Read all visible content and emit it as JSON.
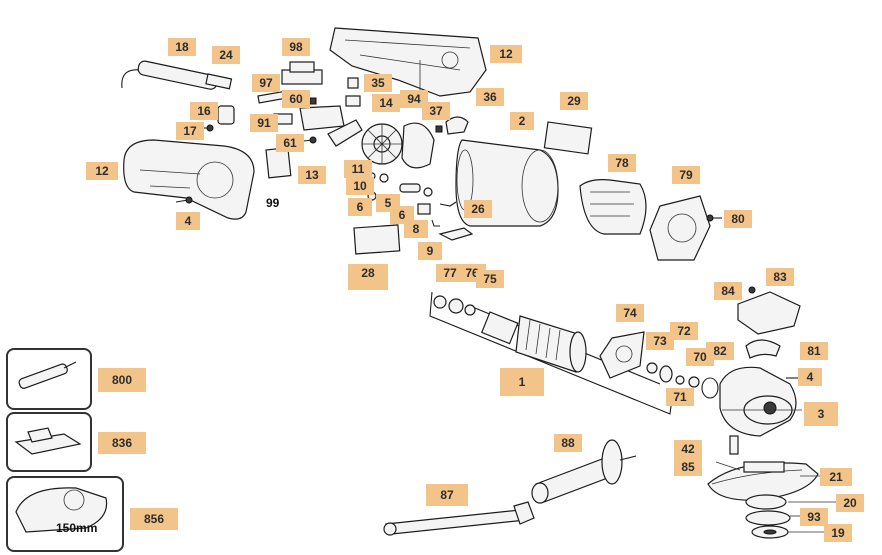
{
  "callouts": [
    {
      "id": "c18",
      "label": "18"
    },
    {
      "id": "c24",
      "label": "24"
    },
    {
      "id": "c98",
      "label": "98"
    },
    {
      "id": "c12a",
      "label": "12"
    },
    {
      "id": "c97",
      "label": "97"
    },
    {
      "id": "c35",
      "label": "35"
    },
    {
      "id": "c16",
      "label": "16"
    },
    {
      "id": "c60",
      "label": "60"
    },
    {
      "id": "c94",
      "label": "94"
    },
    {
      "id": "c37",
      "label": "37"
    },
    {
      "id": "c14",
      "label": "14"
    },
    {
      "id": "c36",
      "label": "36"
    },
    {
      "id": "c29",
      "label": "29"
    },
    {
      "id": "c17",
      "label": "17"
    },
    {
      "id": "c91",
      "label": "91"
    },
    {
      "id": "c2",
      "label": "2"
    },
    {
      "id": "c61",
      "label": "61"
    },
    {
      "id": "c12b",
      "label": "12"
    },
    {
      "id": "c13",
      "label": "13"
    },
    {
      "id": "c11",
      "label": "11"
    },
    {
      "id": "c78",
      "label": "78"
    },
    {
      "id": "c10",
      "label": "10"
    },
    {
      "id": "c79",
      "label": "79"
    },
    {
      "id": "c6a",
      "label": "6"
    },
    {
      "id": "c5",
      "label": "5"
    },
    {
      "id": "c26",
      "label": "26"
    },
    {
      "id": "c80",
      "label": "80"
    },
    {
      "id": "c4a",
      "label": "4"
    },
    {
      "id": "c6b",
      "label": "6"
    },
    {
      "id": "c8",
      "label": "8"
    },
    {
      "id": "c9",
      "label": "9"
    },
    {
      "id": "c28",
      "label": "28"
    },
    {
      "id": "c77",
      "label": "77"
    },
    {
      "id": "c76",
      "label": "76"
    },
    {
      "id": "c75",
      "label": "75"
    },
    {
      "id": "c83",
      "label": "83"
    },
    {
      "id": "c84",
      "label": "84"
    },
    {
      "id": "c74",
      "label": "74"
    },
    {
      "id": "c73",
      "label": "73"
    },
    {
      "id": "c72",
      "label": "72"
    },
    {
      "id": "c82",
      "label": "82"
    },
    {
      "id": "c81",
      "label": "81"
    },
    {
      "id": "c70",
      "label": "70"
    },
    {
      "id": "c800",
      "label": "800"
    },
    {
      "id": "c1",
      "label": "1"
    },
    {
      "id": "c4b",
      "label": "4"
    },
    {
      "id": "c71",
      "label": "71"
    },
    {
      "id": "c3",
      "label": "3"
    },
    {
      "id": "c836",
      "label": "836"
    },
    {
      "id": "c88",
      "label": "88"
    },
    {
      "id": "c42",
      "label": "42"
    },
    {
      "id": "c85",
      "label": "85"
    },
    {
      "id": "c21",
      "label": "21"
    },
    {
      "id": "c87",
      "label": "87"
    },
    {
      "id": "c20",
      "label": "20"
    },
    {
      "id": "c856",
      "label": "856"
    },
    {
      "id": "c93",
      "label": "93"
    },
    {
      "id": "c19",
      "label": "19"
    }
  ],
  "plain_labels": {
    "p99": "99",
    "disc_size": "150mm"
  }
}
